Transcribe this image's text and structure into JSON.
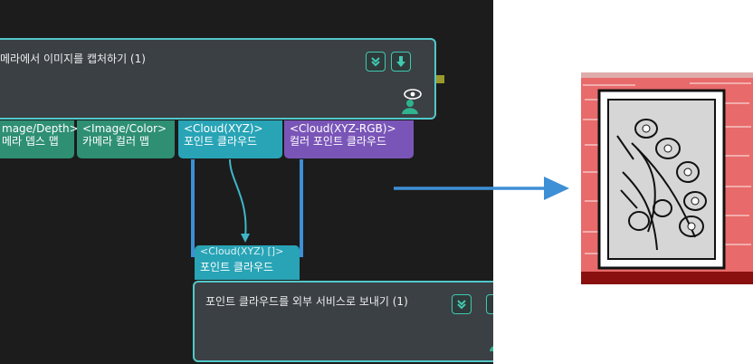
{
  "node_capture": {
    "title": "메라에서 이미지를 캡처하기 (1)"
  },
  "output_ports": [
    {
      "type": "mage/Depth>",
      "label": "메라 뎁스 맵",
      "color": "#2e8f73"
    },
    {
      "type": "<Image/Color>",
      "label": "카메라 컬러 맵",
      "color": "#2e8f73"
    },
    {
      "type": "<Cloud(XYZ)>",
      "label": "포인트 클라우드",
      "color": "#28a4b6"
    },
    {
      "type": "<Cloud(XYZ-RGB)>",
      "label": "컬러 포인트 클라우드",
      "color": "#7a55b8"
    }
  ],
  "input_port": {
    "type": "<Cloud(XYZ) []>",
    "label": "포인트 클라우드"
  },
  "node_send": {
    "title": "포인트 클라우드를 외부 서비스로 보내기 (1)"
  },
  "icons": {
    "collapse": "chevron-double-down-icon",
    "download": "download-arrow-icon",
    "visibility": "eye-icon",
    "user": "user-icon"
  },
  "colors": {
    "accent": "#52c7c9",
    "highlight": "#3d8fd6",
    "arrow": "#3d8fd6"
  }
}
